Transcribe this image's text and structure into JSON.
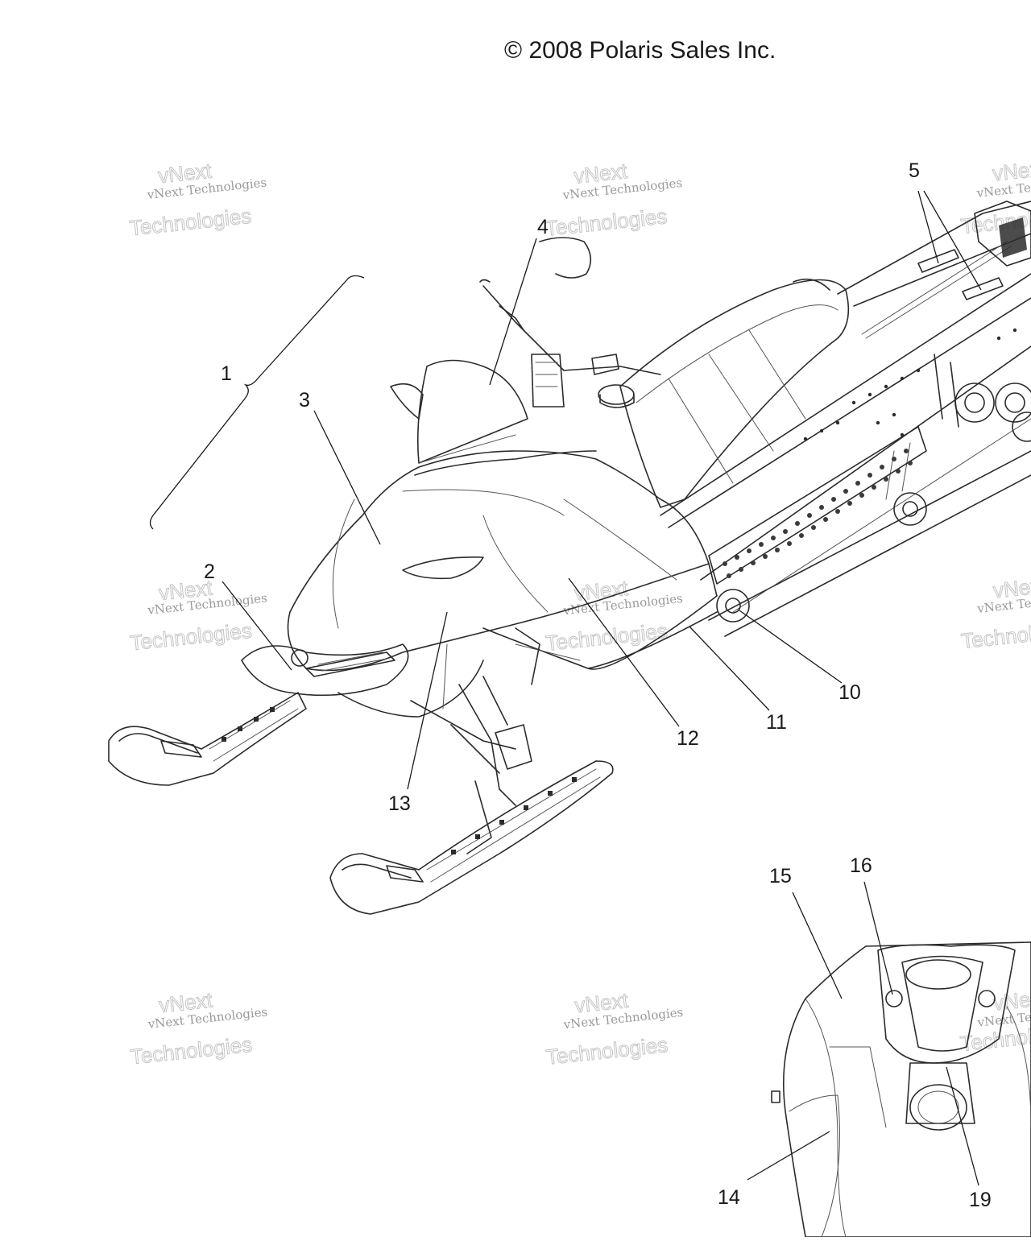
{
  "copyright": "© 2008 Polaris Sales Inc.",
  "watermark": {
    "line1": "vNext",
    "line2": "vNext Technologies",
    "line3": "Technologies"
  },
  "callouts": [
    "1",
    "2",
    "3",
    "4",
    "5",
    "10",
    "11",
    "12",
    "13",
    "14",
    "15",
    "16",
    "19"
  ]
}
